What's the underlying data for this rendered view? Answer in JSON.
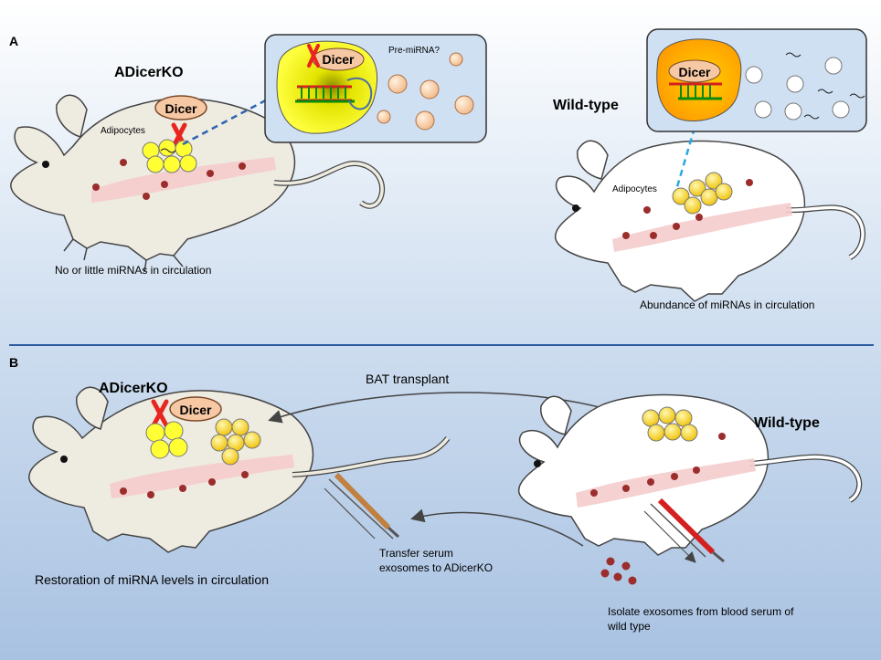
{
  "panel_a": {
    "letter": "A",
    "ko_title": "ADicerKO",
    "ko_dicer": "Dicer",
    "ko_adipocytes": "Adipocytes",
    "ko_caption": "No or little miRNAs in circulation",
    "ko_inset_dicer": "Dicer",
    "ko_inset_premirna": "Pre-miRNA?",
    "wt_title": "Wild-type",
    "wt_inset_dicer": "Dicer",
    "wt_adipocytes": "Adipocytes",
    "wt_caption": "Abundance of miRNAs in circulation"
  },
  "panel_b": {
    "letter": "B",
    "ko_title": "ADicerKO",
    "ko_dicer": "Dicer",
    "bat_transplant": "BAT transplant",
    "wt_title": "Wild-type",
    "transfer_line1": "Transfer serum",
    "transfer_line2": "exosomes to ADicerKO",
    "isolate_line1": "Isolate exosomes from blood serum of",
    "isolate_line2": "wild type",
    "restoration": "Restoration of miRNA levels in circulation"
  },
  "colors": {
    "bg_top": "#ffffff",
    "bg_mid": "#c9d9ee",
    "bg_bottom": "#aac3e3",
    "divider": "#2f5d9e",
    "ko_mouse_fill": "#eeebe1",
    "wt_mouse_fill": "#ffffff",
    "vessel": "#f4cccc",
    "dicer_fill": "#f6c8a4",
    "adipocyte_yellow": "#ffff33",
    "adipocyte_orange": "#f4c430",
    "cross_red": "#e8251f",
    "blood_cell": "#9b2d2d",
    "inset_bg": "#cfe0f3",
    "dashed_line": "#2e64b2",
    "syringe_red": "#d42020",
    "syringe_brown": "#c08040"
  }
}
